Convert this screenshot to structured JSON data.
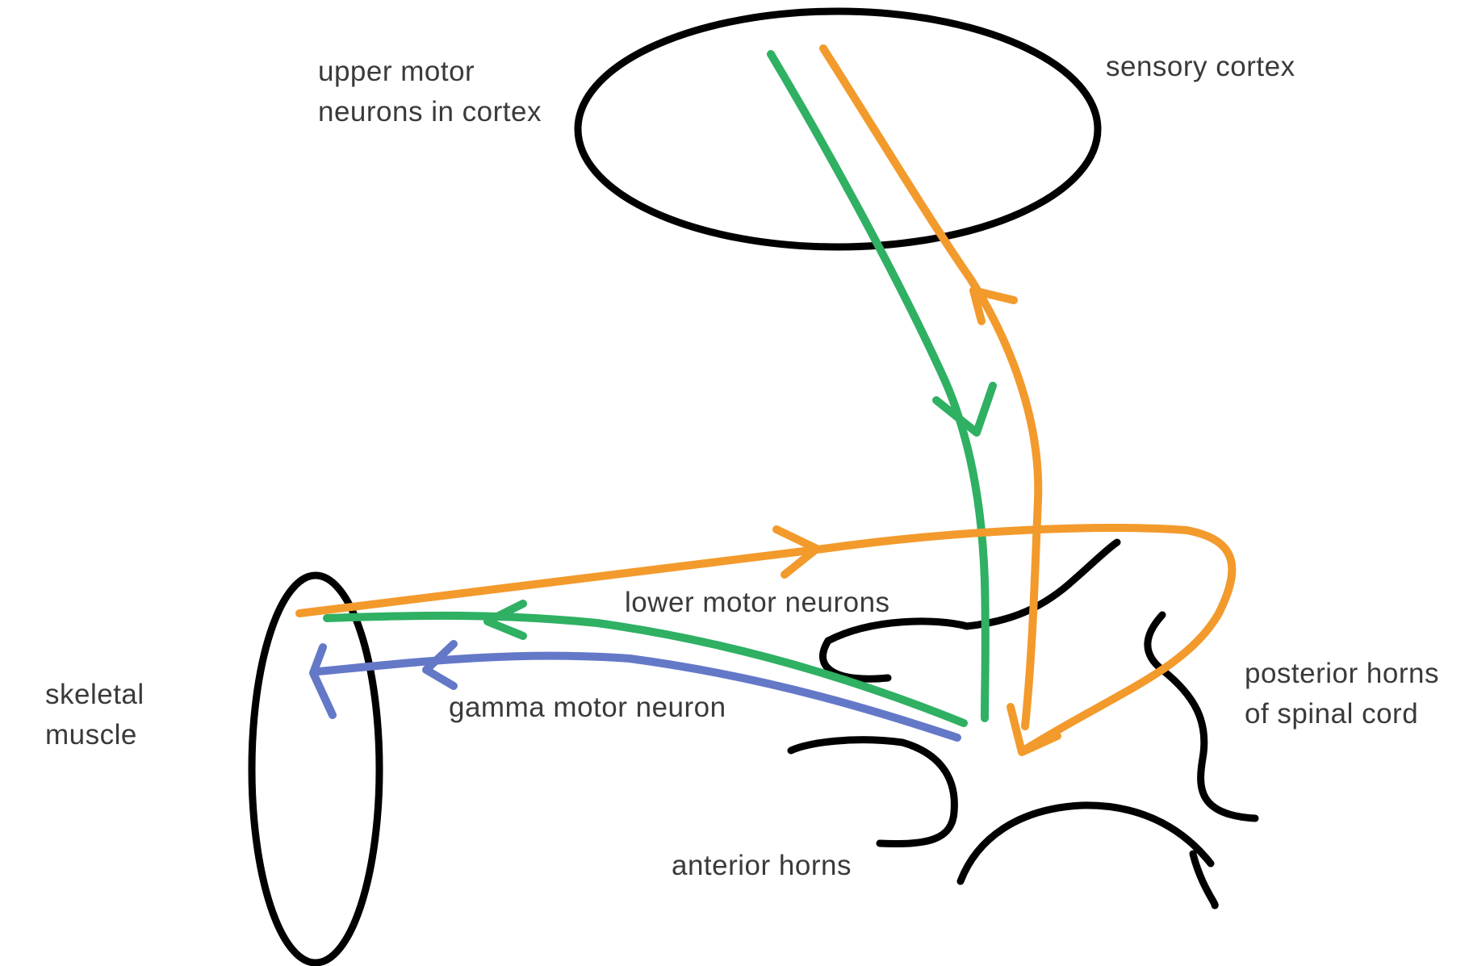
{
  "labels": {
    "upper_motor_line1": "upper motor",
    "upper_motor_line2": "neurons in cortex",
    "sensory_cortex": "sensory cortex",
    "lower_motor_neurons": "lower motor neurons",
    "skeletal_line1": "skeletal",
    "skeletal_line2": "muscle",
    "gamma_motor_neuron": "gamma motor neuron",
    "posterior_line1": "posterior horns",
    "posterior_line2": "of spinal cord",
    "anterior_horns": "anterior horns"
  },
  "colors": {
    "outline": "#000000",
    "motor_pathway": "#2fb063",
    "sensory_pathway": "#f39a2c",
    "gamma_pathway": "#6478c8",
    "text": "#3a3a3a"
  }
}
